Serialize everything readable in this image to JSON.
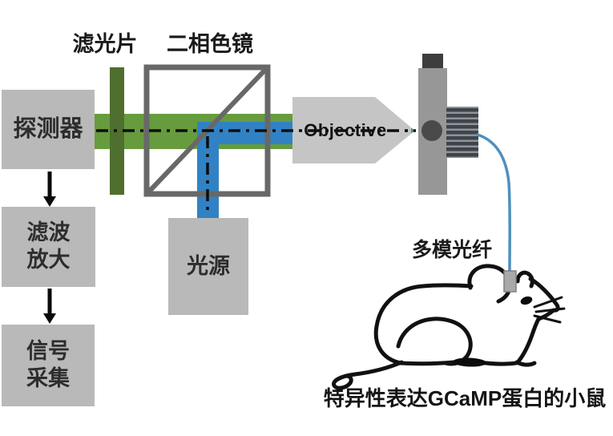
{
  "title_labels": {
    "filter": "滤光片",
    "dichroic": "二相色镜"
  },
  "boxes": {
    "detector": {
      "label": "探测器"
    },
    "filter_amp": {
      "line1": "滤波",
      "line2": "放大"
    },
    "signal_acq": {
      "line1": "信号",
      "line2": "采集"
    },
    "light_source": {
      "label": "光源"
    }
  },
  "optics": {
    "objective_label": "Objective",
    "fiber_label": "多模光纤"
  },
  "caption": {
    "text": "特异性表达GCaMP蛋白的小鼠"
  },
  "colors": {
    "box_gray": "#b9b9b9",
    "objective_gray": "#c5c5c5",
    "beam_green": "#669c3e",
    "filter_bar_green": "#4f6f2e",
    "beam_blue": "#3182c4",
    "cube_border": "#686868",
    "holder_gray": "#979797",
    "mount_dark": "#3d3d3d",
    "coupler_circle": "#4a4a4a",
    "connector_light": "#8f949a",
    "connector_dark": "#3f444a",
    "fiber_blue": "#4f8fbf",
    "ferrule_gray": "#a9a9a9",
    "line_black": "#0d0d0d"
  }
}
